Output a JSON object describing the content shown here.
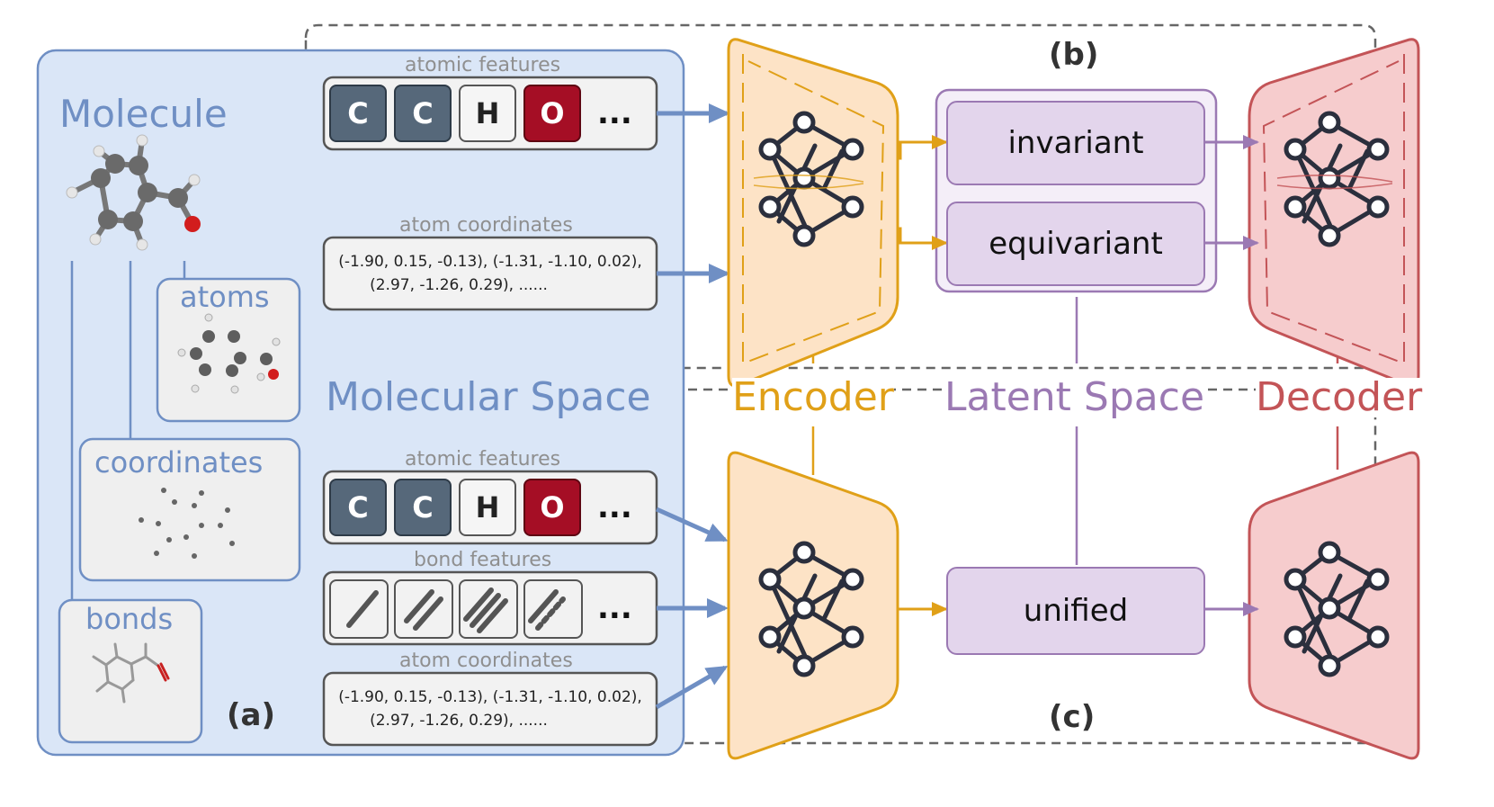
{
  "panels": {
    "a": "(a)",
    "b": "(b)",
    "c": "(c)"
  },
  "molecular_space": {
    "title": "Molecule",
    "space_label": "Molecular Space",
    "atoms_label": "atoms",
    "coordinates_label": "coordinates",
    "bonds_label": "bonds"
  },
  "top_inputs": {
    "atomic_features_label": "atomic features",
    "atom_tiles": [
      "C",
      "C",
      "H",
      "O"
    ],
    "ellipsis": "...",
    "atom_coordinates_label": "atom coordinates",
    "coords_line1": "(-1.90, 0.15, -0.13), (-1.31, -1.10, 0.02),",
    "coords_line2": "(2.97, -1.26, 0.29), ......"
  },
  "bottom_inputs": {
    "atomic_features_label": "atomic features",
    "atom_tiles": [
      "C",
      "C",
      "H",
      "O"
    ],
    "ellipsis": "...",
    "bond_features_label": "bond features",
    "bond_ellipsis": "...",
    "atom_coordinates_label": "atom coordinates",
    "coords_line1": "(-1.90, 0.15, -0.13), (-1.31, -1.10, 0.02),",
    "coords_line2": "(2.97, -1.26, 0.29), ......"
  },
  "pipeline": {
    "encoder_label": "Encoder",
    "latent_label": "Latent Space",
    "decoder_label": "Decoder",
    "invariant": "invariant",
    "equivariant": "equivariant",
    "unified": "unified"
  },
  "colors": {
    "molecular_blue": "#6f8fc4",
    "encoder_orange": "#e0a018",
    "latent_purple": "#9b79b3",
    "decoder_red": "#c35457"
  }
}
